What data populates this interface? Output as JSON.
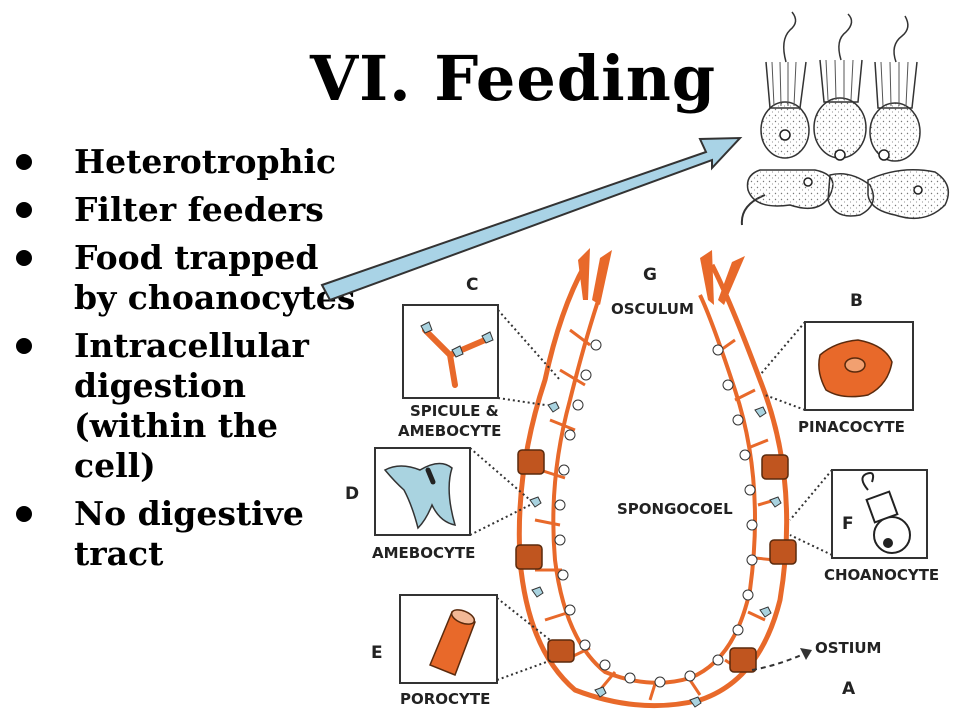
{
  "slide": {
    "title": "VI. Feeding",
    "bullets": [
      "Heterotrophic",
      "Filter feeders",
      "Food trapped by choanocytes",
      "Intracellular digestion (within the cell)",
      "No digestive tract"
    ]
  },
  "diagram": {
    "center_label": "SPONGOCOEL",
    "osculum_label": "OSCULUM",
    "ostium_label": "OSTIUM",
    "callouts": {
      "A": "A",
      "B": "B",
      "C": "C",
      "D": "D",
      "E": "E",
      "F": "F",
      "G": "G"
    },
    "cell_labels": {
      "pinacocyte": "PINACOCYTE",
      "spicule_line1": "SPICULE &",
      "spicule_line2": "AMEBOCYTE",
      "amebocyte": "AMEBOCYTE",
      "choanocyte": "CHOANOCYTE",
      "porocyte": "POROCYTE"
    },
    "colors": {
      "body_orange": "#e8692a",
      "arrow_fill": "#a9d3e6",
      "amebocyte_fill": "#a9d3e0"
    }
  }
}
